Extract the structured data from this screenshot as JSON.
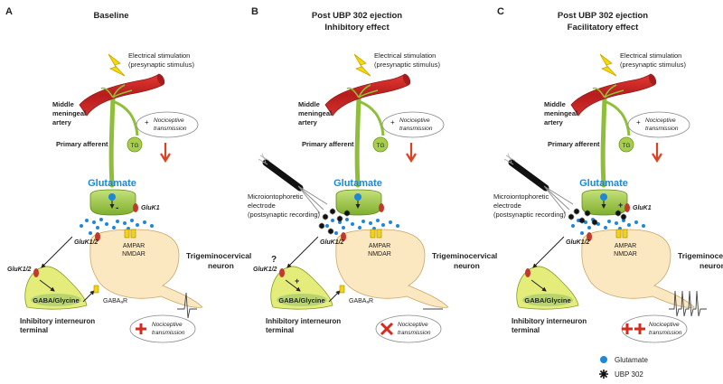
{
  "panels": [
    {
      "letter": "A",
      "title": [
        "Baseline"
      ],
      "stim": [
        "Electrical stimulation",
        "(presynaptic stimulus)"
      ],
      "artery": [
        "Middle",
        "meningeal",
        "artery"
      ],
      "noci_top": [
        "Nociceptive",
        "transmission"
      ],
      "primary": "Primary afferent",
      "tg": "TG",
      "glutamate": "Glutamate",
      "gluk1": "GluK1",
      "gluk12_a": "GluK1/2",
      "gluk12_b": "GluK1/2",
      "ampar": "AMPAR",
      "nmdar": "NMDAR",
      "trig": [
        "Trigeminocervical",
        "neuron"
      ],
      "gaba": "GABA/Glycine",
      "gabaar": "GABAₐR",
      "inhib": [
        "Inhibitory interneuron",
        "terminal"
      ],
      "noci_bottom": [
        "Nociceptive",
        "transmission"
      ],
      "electrode": [],
      "question": "",
      "plus": "+",
      "minus": "-"
    },
    {
      "letter": "B",
      "title": [
        "Post UBP 302 ejection",
        "Inhibitory effect"
      ],
      "stim": [
        "Electrical stimulation",
        "(presynaptic stimulus)"
      ],
      "artery": [
        "Middle",
        "meningeal",
        "artery"
      ],
      "noci_top": [
        "Nociceptive",
        "transmission"
      ],
      "primary": "Primary afferent",
      "tg": "TG",
      "glutamate": "Glutamate",
      "gluk1": "",
      "gluk12_a": "GluK1/2",
      "gluk12_b": "GluK1/2",
      "ampar": "AMPAR",
      "nmdar": "NMDAR",
      "trig": [
        "Trigeminocervical",
        "neuron"
      ],
      "gaba": "GABA/Glycine",
      "gabaar": "GABAₐR",
      "inhib": [
        "Inhibitory interneuron",
        "terminal"
      ],
      "noci_bottom": [
        "Nociceptive",
        "transmission"
      ],
      "electrode": [
        "Microiontophoretic",
        "electrode",
        "(postsynaptic recording)"
      ],
      "question": "?",
      "plus": "+",
      "minus": ""
    },
    {
      "letter": "C",
      "title": [
        "Post UBP 302 ejection",
        "Facilitatory effect"
      ],
      "stim": [
        "Electrical stimulation",
        "(presynaptic stimulus)"
      ],
      "artery": [
        "Middle",
        "meningeal",
        "artery"
      ],
      "noci_top": [
        "Nociceptive",
        "transmission"
      ],
      "primary": "Primary afferent",
      "tg": "TG",
      "glutamate": "Glutamate",
      "gluk1": "GluK1",
      "gluk12_a": "GluK1/2",
      "gluk12_b": "",
      "ampar": "AMPAR",
      "nmdar": "NMDAR",
      "trig": [
        "Trigeminocervical",
        "neuron"
      ],
      "gaba": "GABA/Glycine",
      "gabaar": "",
      "inhib": [
        "Inhibitory interneuron",
        "terminal"
      ],
      "noci_bottom": [
        "Nociceptive",
        "transmission"
      ],
      "electrode": [
        "Microiontophoretic",
        "electrode",
        "(postsynaptic recording)"
      ],
      "question": "",
      "plus": "+",
      "minus": ""
    }
  ],
  "legend": {
    "glutamate": "Glutamate",
    "ubp": "UBP 302"
  },
  "colors": {
    "artery": "#c62828",
    "afferent": "#8fbf3a",
    "terminal": "#a8cf4a",
    "glutamate": "#1e88d8",
    "neuron": "#fbe7c0",
    "receptor_red": "#c0392b",
    "receptor_yellow": "#f2d21b",
    "bolt": "#f5d90a",
    "arrow_down": "#e0401f"
  }
}
